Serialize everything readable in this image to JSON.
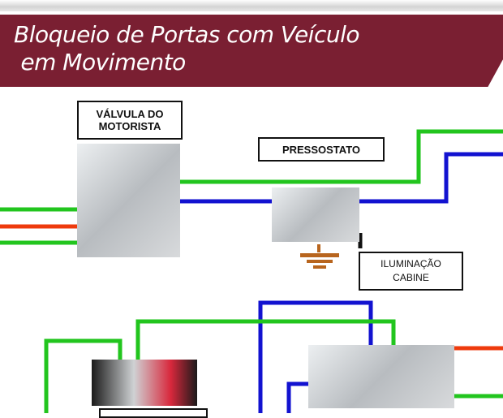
{
  "header": {
    "title": "Bloqueio de Portas com Veículo\n em Movimento"
  },
  "labels": {
    "valve": "VÁLVULA DO MOTORISTA",
    "pressure_switch": "PRESSOSTATO",
    "lighting": "ILUMINAÇÃO CABINE"
  },
  "colors": {
    "band": "#7a1f32",
    "green": "#22c51e",
    "blue": "#1212d0",
    "orange": "#ee3a0c",
    "ground": "#b8651e"
  }
}
